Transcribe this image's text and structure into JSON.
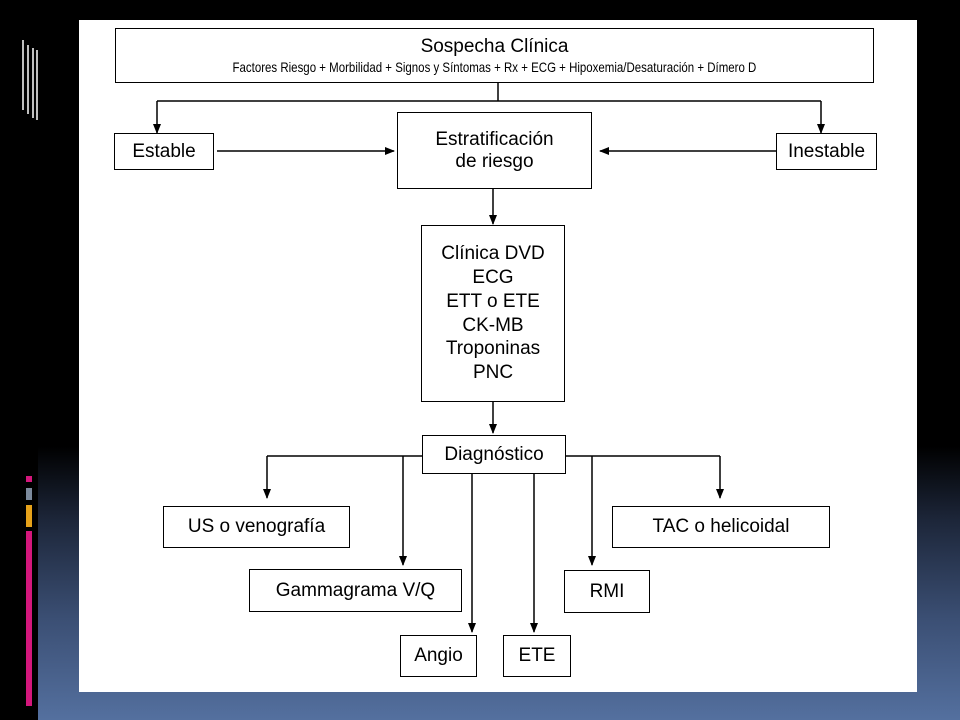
{
  "diagram": {
    "suspicion": {
      "title": "Sospecha Clínica",
      "subtitle": "Factores Riesgo + Morbilidad + Signos y Síntomas + Rx + ECG + Hipoxemia/Desaturación + Dímero D"
    },
    "stable": "Estable",
    "unstable": "Inestable",
    "stratification": [
      "Estratificación",
      "de riesgo"
    ],
    "tests": [
      "Clínica DVD",
      "ECG",
      "ETT o ETE",
      "CK-MB",
      "Troponinas",
      "PNC"
    ],
    "diagnosis": "Diagnóstico",
    "outcomes": {
      "us": "US o venografía",
      "gamma": "Gammagrama V/Q",
      "angio": "Angio",
      "ete": "ETE",
      "rmi": "RMI",
      "tac": "TAC o helicoidal"
    }
  },
  "colors": {
    "accent_pink": "#d4177c",
    "accent_gray": "#7c8a9c",
    "accent_gold": "#e6a21a"
  }
}
